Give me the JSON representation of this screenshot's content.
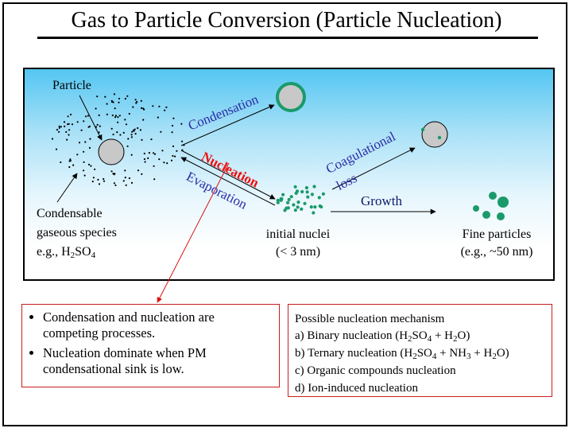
{
  "title": "Gas to Particle Conversion (Particle Nucleation)",
  "diagram": {
    "particle_label": "Particle",
    "condensable_lines": [
      "Condensable",
      "gaseous species"
    ],
    "condensable_example": "e.g., H",
    "condensable_sub2": "2",
    "condensable_so": "SO",
    "condensable_sub4": "4",
    "condensation_label": "Condensation",
    "nucleation_label": "Nucleation",
    "evaporation_label": "Evaporation",
    "coagulational_label": "Coagulational",
    "loss_label": "loss",
    "growth_label": "Growth",
    "initial_nuclei_label": "initial nuclei",
    "initial_nuclei_size": "(< 3 nm)",
    "fine_particles_label": "Fine particles",
    "fine_particles_size": "(e.g., ~50 nm)"
  },
  "notes_left": {
    "bullet1": "Condensation and nucleation are competing processes.",
    "bullet2": "Nucleation dominate when PM condensational sink is low."
  },
  "notes_right": {
    "heading": "Possible nucleation mechanism",
    "a_prefix": "a) Binary nucleation (H",
    "b_prefix": "b) Ternary nucleation (H",
    "c_line": "c) Organic compounds nucleation",
    "d_line": "d) Ion-induced nucleation",
    "sub2": "2",
    "sub3": "3",
    "sub4": "4",
    "so": "SO",
    "plus_h": " + H",
    "plus_nh": " + NH",
    "o_close": "O)"
  },
  "colors": {
    "panel_top": "#54c6f2",
    "particle_fill": "#c8c8c8",
    "nuclei": "#1a9a6a",
    "red_accent": "#ee1111",
    "blue_text": "#2b2ba6"
  }
}
